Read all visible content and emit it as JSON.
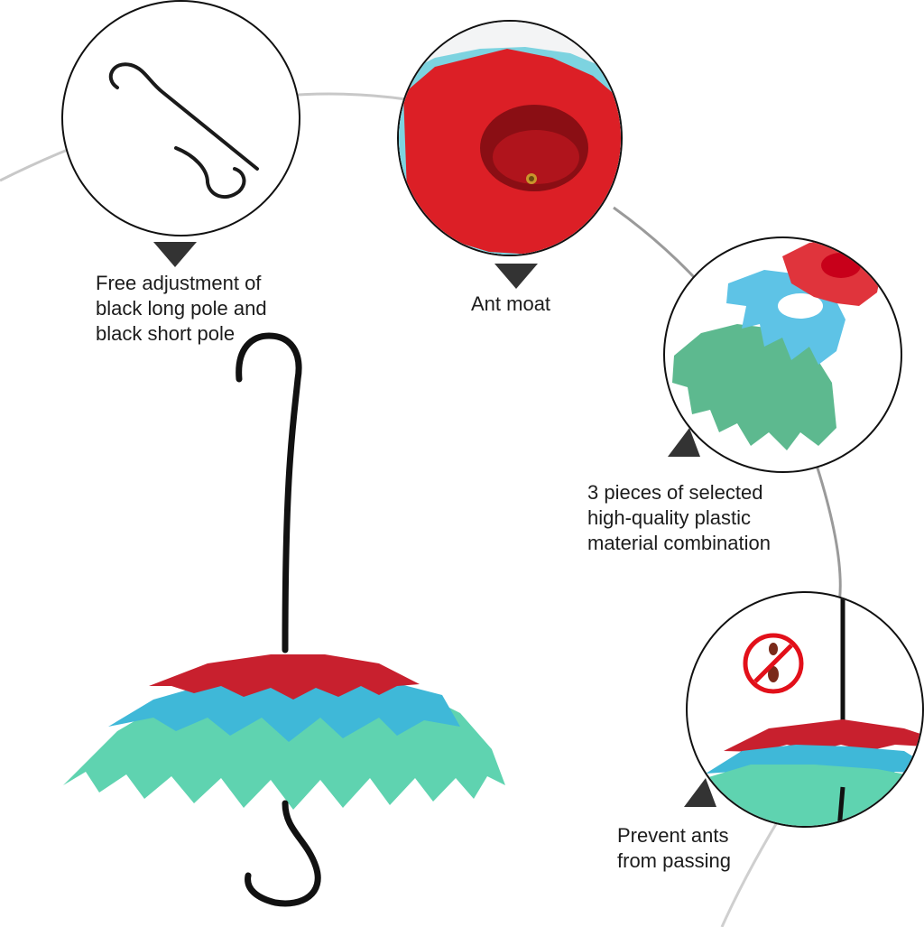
{
  "features": [
    {
      "id": "hooks",
      "caption_lines": [
        "Free adjustment of",
        "black long pole and",
        "black short pole"
      ],
      "icon": "s-hooks-icon"
    },
    {
      "id": "ant-moat",
      "caption_lines": [
        "Ant moat"
      ],
      "icon": "ant-moat-icon"
    },
    {
      "id": "materials",
      "caption_lines": [
        "3 pieces of selected",
        "high-quality plastic",
        "material combination"
      ],
      "icon": "layered-petals-icon"
    },
    {
      "id": "prevent-ants",
      "caption_lines": [
        "Prevent ants",
        "from passing"
      ],
      "icon": "no-ants-icon"
    }
  ],
  "colors": {
    "red": "#c8202e",
    "blue": "#3fb8d8",
    "green": "#5fd3b0",
    "pole": "#111111",
    "arrow": "#333333",
    "arc": "#9a9a9a"
  }
}
